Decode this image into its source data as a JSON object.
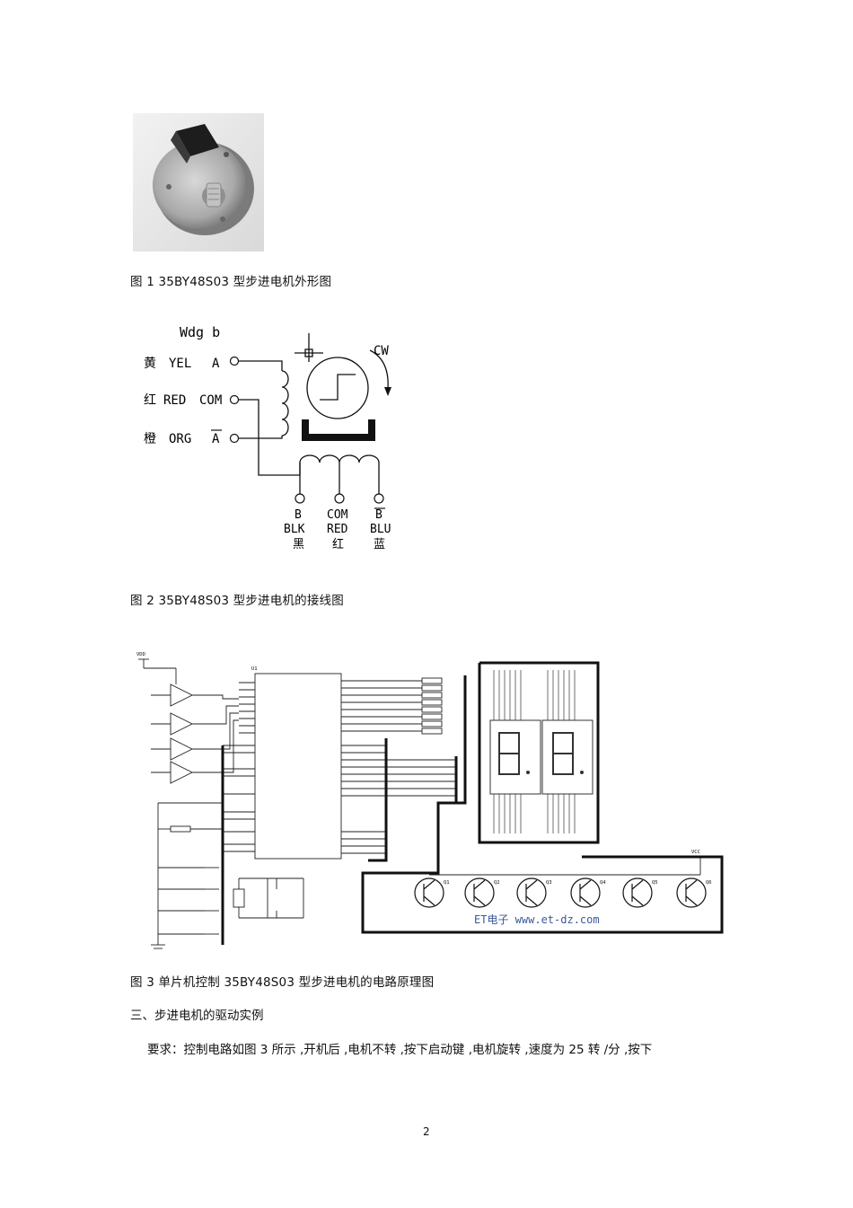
{
  "figures": [
    {
      "id": "fig1",
      "caption": "图 1    35BY48S03  型步进电机外形图"
    },
    {
      "id": "fig2",
      "caption": "图 2    35BY48S03  型步进电机的接线图",
      "wiring": {
        "title": "Wdg b",
        "left": [
          {
            "cn": "黄",
            "en": "YEL",
            "pin": "A"
          },
          {
            "cn": "红",
            "en": "RED",
            "pin": "COM"
          },
          {
            "cn": "橙",
            "en": "ORG",
            "pin": "A"
          }
        ],
        "bottom": [
          {
            "pin": "B",
            "en": "BLK",
            "cn": "黑"
          },
          {
            "pin": "COM",
            "en": "RED",
            "cn": "红"
          },
          {
            "pin": "B",
            "en": "BLU",
            "cn": "蓝"
          }
        ],
        "direction": "CW"
      }
    },
    {
      "id": "fig3",
      "caption": "图 3    单片机控制    35BY48S03  型步进电机的电路原理图",
      "watermark": "ET电子  www.et-dz.com",
      "transistors": [
        "Q1",
        "Q2",
        "Q3",
        "Q4",
        "Q5",
        "Q6"
      ],
      "chip": "U1",
      "vdd": "VDD",
      "vcc": "VCC"
    }
  ],
  "section_heading": "三、步进电机的驱动实例",
  "paragraph": "要求：控制电路如图    3 所示 ,开机后 ,电机不转 ,按下启动键 ,电机旋转 ,速度为  25 转 /分 ,按下",
  "page_number": "2"
}
